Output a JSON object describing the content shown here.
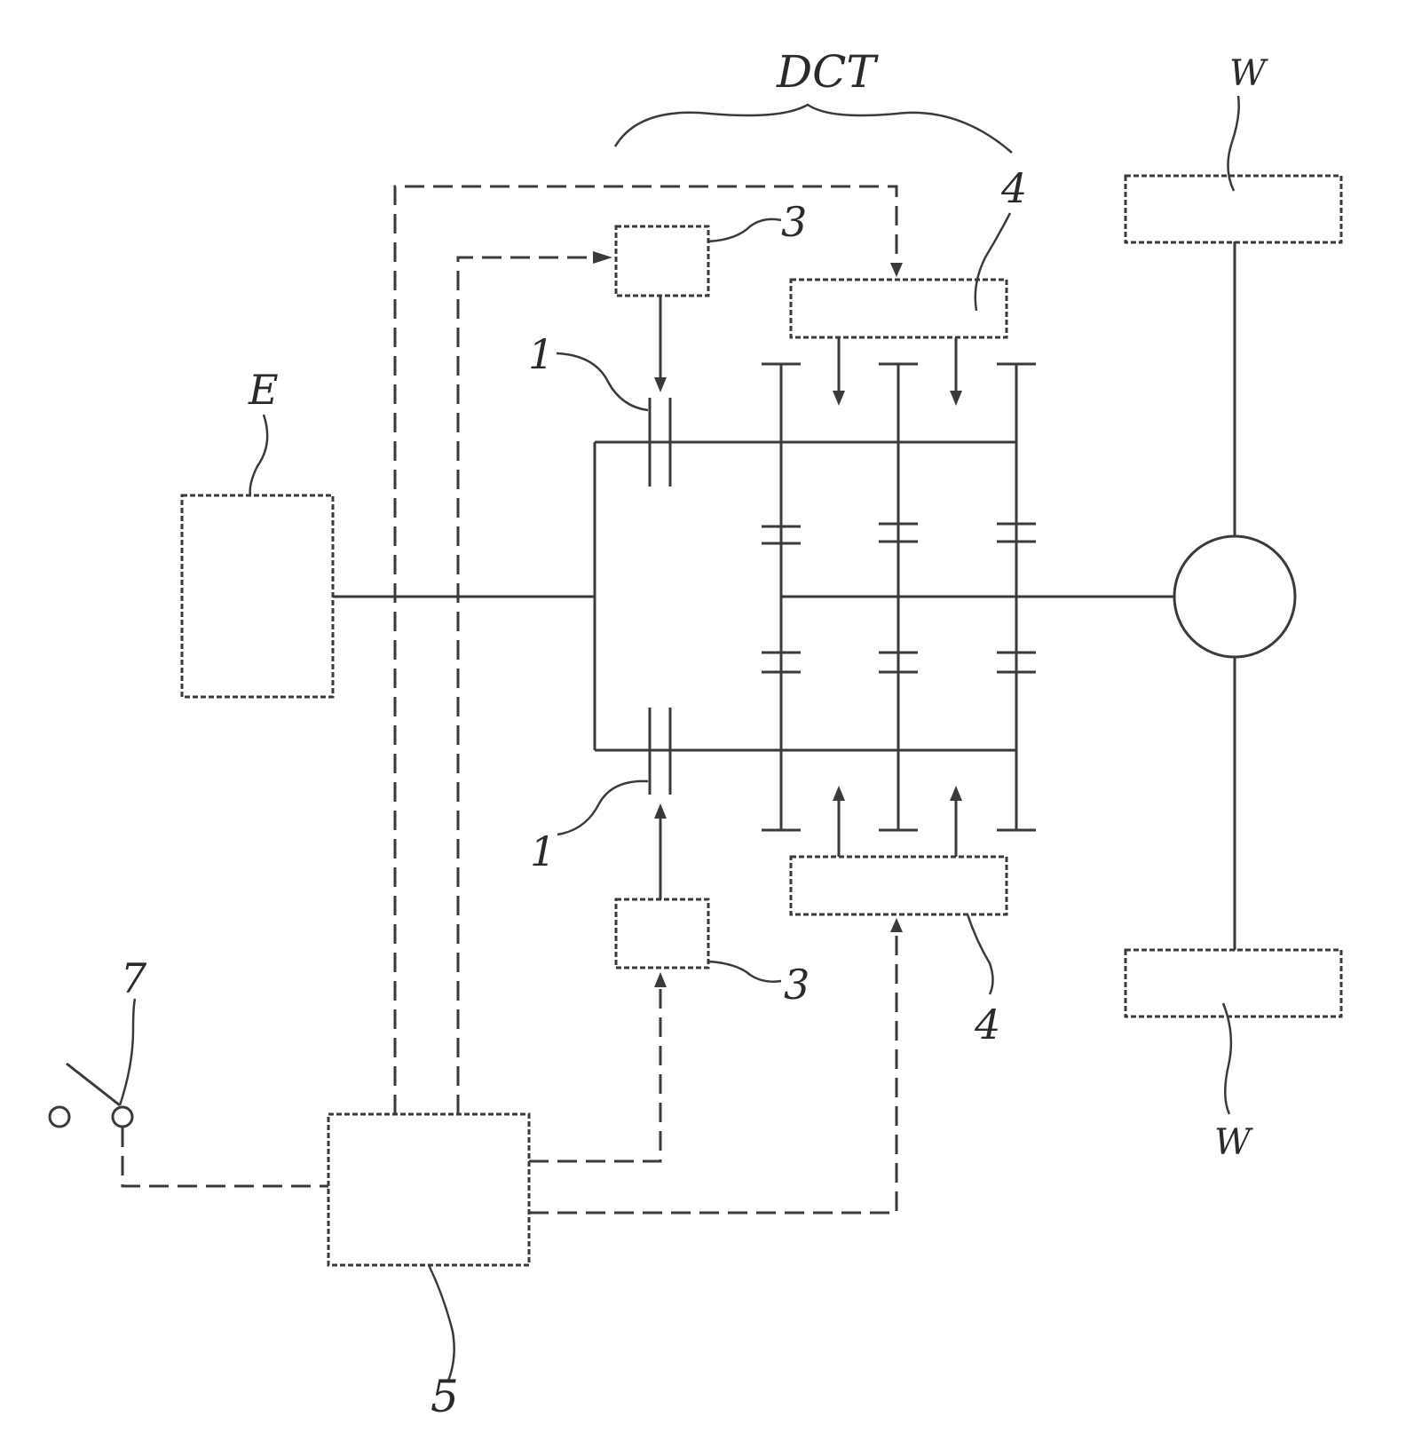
{
  "labels": {
    "dct": "DCT",
    "engine": "E",
    "wheel_top": "W",
    "wheel_bottom": "W",
    "clutch_top": "1",
    "clutch_bottom": "1",
    "actuator_top": "3",
    "actuator_bottom": "3",
    "shift_top": "4",
    "shift_bottom": "4",
    "controller": "5",
    "switch": "7"
  }
}
